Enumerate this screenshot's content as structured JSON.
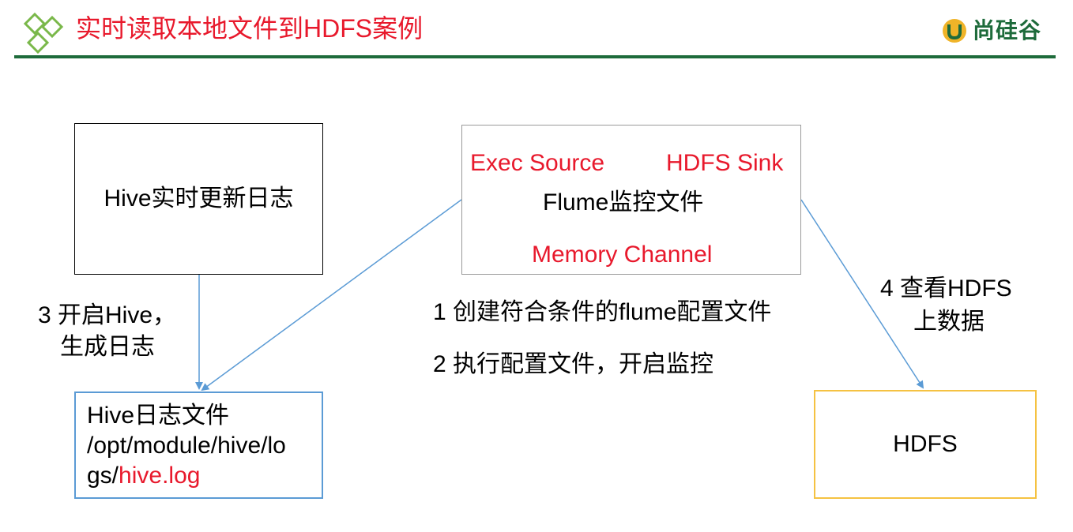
{
  "header": {
    "title": "实时读取本地文件到HDFS案例",
    "brand": "尚硅谷"
  },
  "boxes": {
    "hive_update": {
      "label": "Hive实时更新日志"
    },
    "flume": {
      "source": "Exec Source",
      "sink": "HDFS Sink",
      "label": "Flume监控文件",
      "channel": "Memory Channel"
    },
    "hive_file": {
      "line1": "Hive日志文件",
      "line2": "/opt/module/hive/lo",
      "line3_prefix": "gs/",
      "line3_highlight": "hive.log"
    },
    "hdfs": {
      "label": "HDFS"
    }
  },
  "steps": {
    "step3_line1": "3 开启Hive，",
    "step3_line2": "生成日志",
    "step1": "1 创建符合条件的flume配置文件",
    "step2": "2 执行配置文件，开启监控",
    "step4_line1": "4 查看HDFS",
    "step4_line2": "上数据"
  },
  "colors": {
    "title": "#e8192c",
    "highlight": "#e8192c",
    "brand": "#1e6b3b",
    "rule": "#1e6b3b",
    "arrow": "#5b9bd5",
    "hive_file_border": "#5b9bd5",
    "hdfs_border": "#f5c242"
  },
  "icons": {
    "header_logo": "double-diamond-icon",
    "brand_mark": "u-shield-icon"
  }
}
